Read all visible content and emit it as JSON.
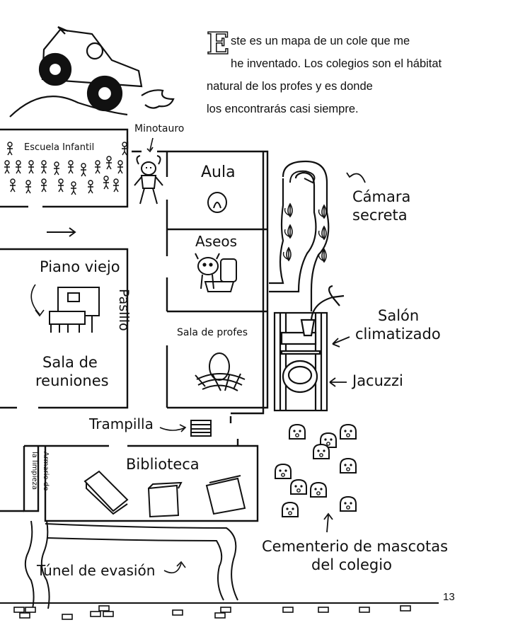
{
  "intro": {
    "dropcap": "E",
    "lines": [
      "ste es un mapa de un cole que me",
      "he inventado. Los colegios son el hábitat",
      "natural de los profes y es donde",
      "los encontrarás casi siempre."
    ]
  },
  "labels": {
    "minotauro": "Minotauro",
    "escuela_infantil": "Escuela Infantil",
    "aula": "Aula",
    "aseos": "Aseos",
    "pasillo": "Pasillo",
    "sala_de_profes": "Sala de profes",
    "piano_viejo": "Piano viejo",
    "sala_de_reuniones_1": "Sala de",
    "sala_de_reuniones_2": "reuniones",
    "camara_secreta_1": "Cámara",
    "camara_secreta_2": "secreta",
    "salon_climatizado_1": "Salón",
    "salon_climatizado_2": "climatizado",
    "jacuzzi": "Jacuzzi",
    "trampilla": "Trampilla",
    "biblioteca": "Biblioteca",
    "armario_1": "Armario de",
    "armario_2": "la limpieza",
    "tunel": "Túnel de evasión",
    "cementerio_1": "Cementerio de mascotas",
    "cementerio_2": "del colegio"
  },
  "page_number": "13"
}
